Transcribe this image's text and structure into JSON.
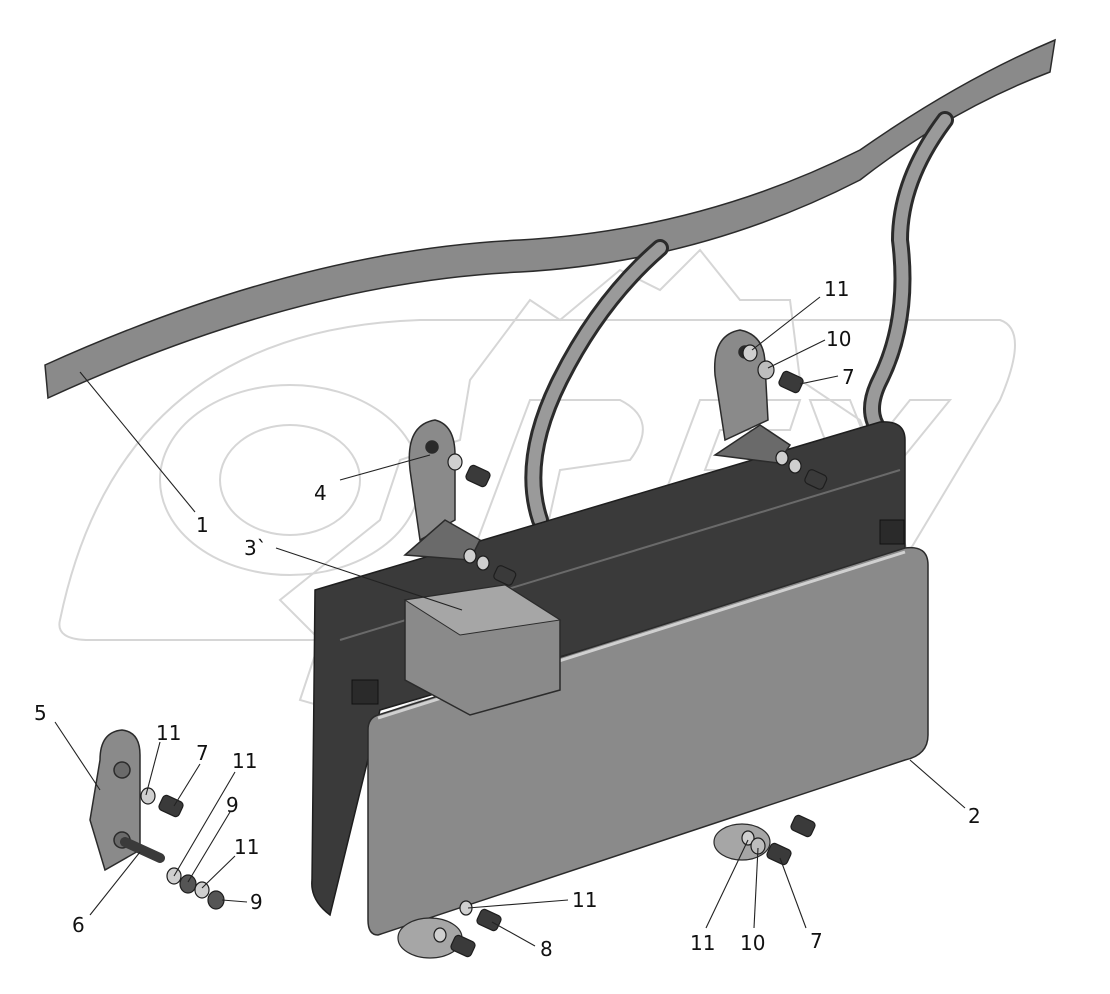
{
  "diagram": {
    "colors": {
      "part_fill": "#8a8a8a",
      "part_dark": "#3a3a3a",
      "part_light": "#a6a6a6",
      "hardware": "#555555",
      "watermark": "#e2e2e2",
      "labels": "#111111"
    },
    "watermark": {
      "text": "OPEX",
      "icon": "gear-logo-icon"
    },
    "callouts": {
      "c1": "1",
      "c2": "2",
      "c3": "3`",
      "c4": "4",
      "c5": "5",
      "c6": "6",
      "c7a": "7",
      "c7b": "7",
      "c7c": "7",
      "c8": "8",
      "c9a": "9",
      "c9b": "9",
      "c10a": "10",
      "c10b": "10",
      "c11a": "11",
      "c11b": "11",
      "c11c": "11",
      "c11d": "11",
      "c11e": "11",
      "c11f": "11"
    }
  }
}
